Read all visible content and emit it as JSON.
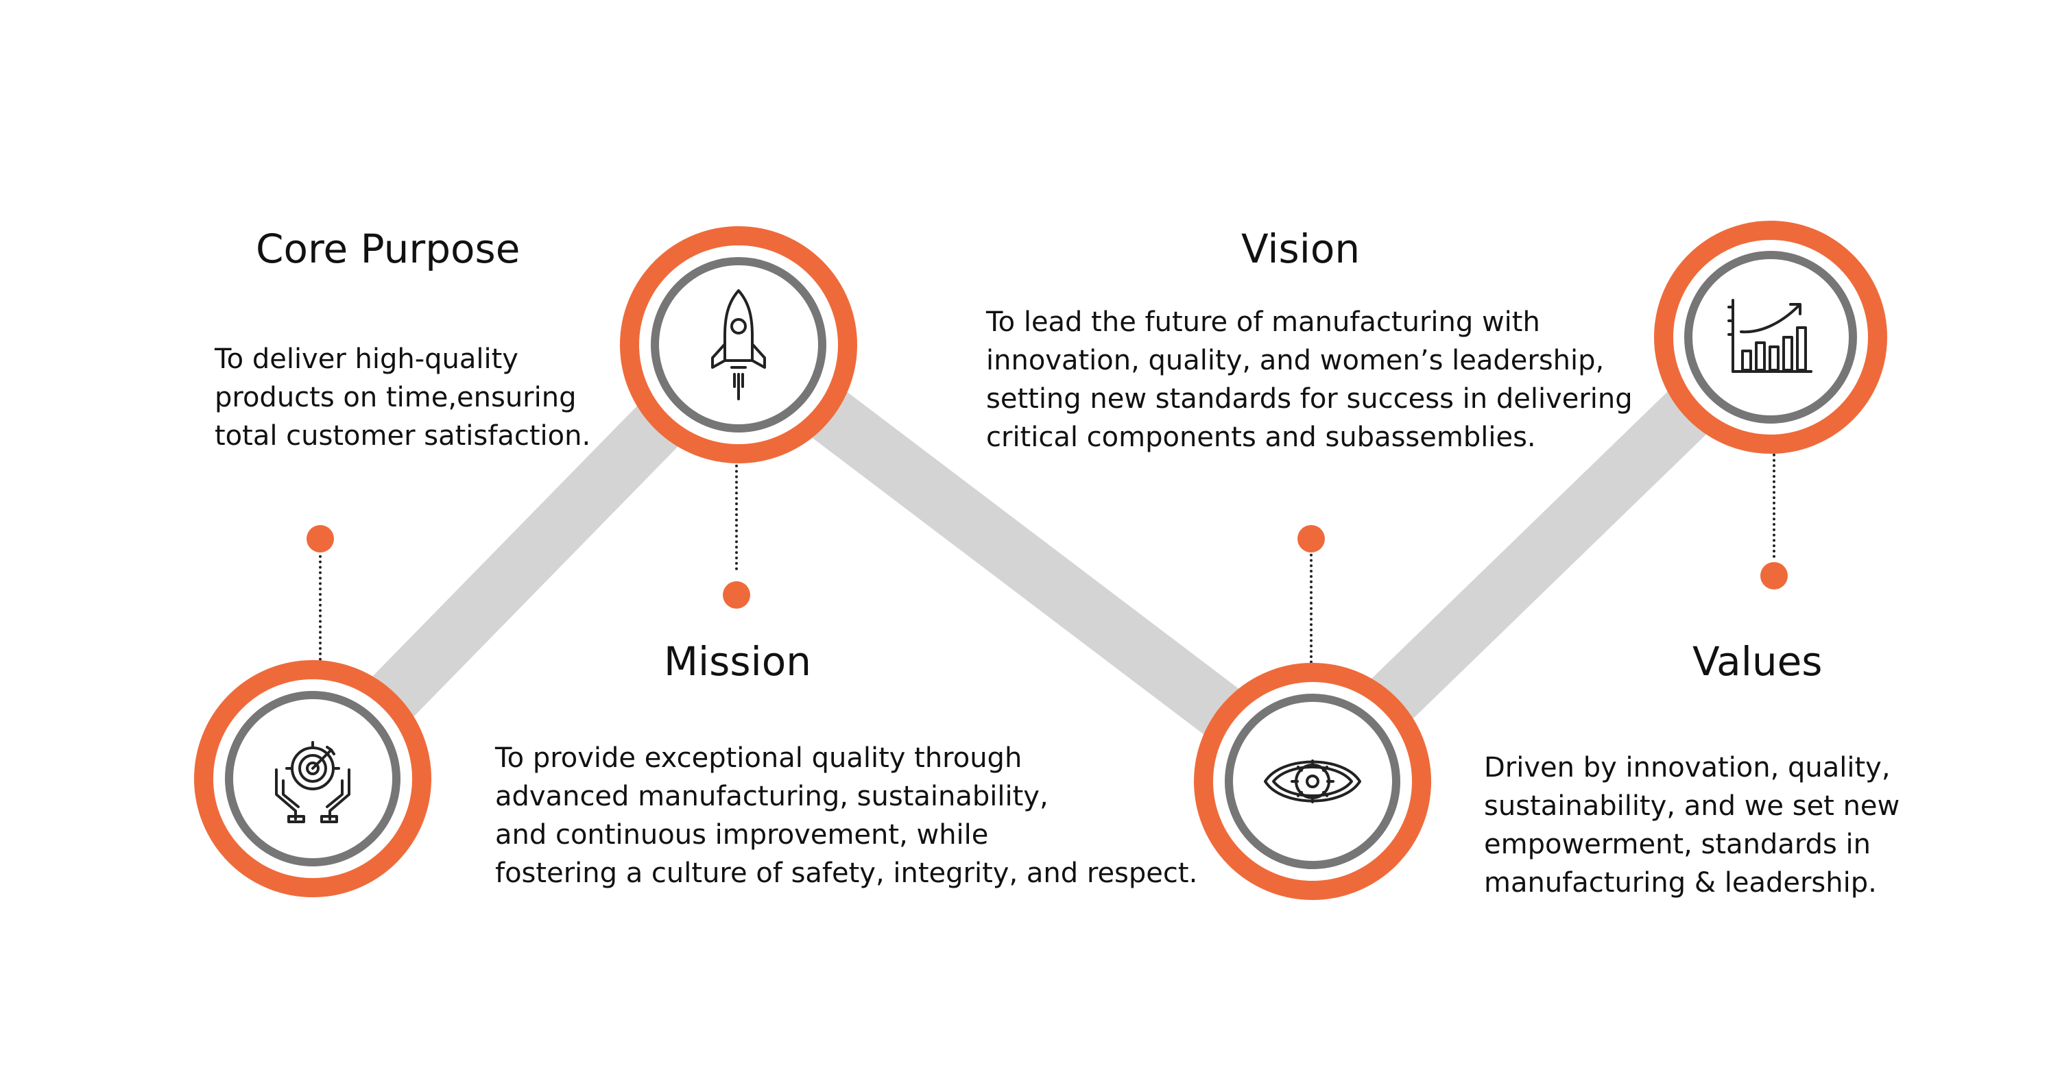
{
  "colors": {
    "accent": "#EF6A3A",
    "ring_gray": "#767676",
    "path_gray": "#D4D4D4",
    "icon_stroke": "#222222",
    "text": "#111111"
  },
  "stages": [
    {
      "id": "core-purpose",
      "title": "Core Purpose",
      "text": "To deliver high-quality\nproducts on time,ensuring\ntotal customer satisfaction.",
      "icon": "target-hands-icon"
    },
    {
      "id": "mission",
      "title": "Mission",
      "text": " To provide exceptional quality through\nadvanced manufacturing, sustainability,\nand continuous improvement, while\nfostering a culture of safety, integrity, and respect.",
      "icon": "rocket-icon"
    },
    {
      "id": "vision",
      "title": "Vision",
      "text": "To lead the future of manufacturing with\ninnovation, quality, and women’s leadership,\nsetting new standards for success in delivering\ncritical components and subassemblies.",
      "icon": "eye-gear-icon"
    },
    {
      "id": "values",
      "title": "Values",
      "text": "Driven by innovation, quality,\nsustainability, and we set new\nempowerment, standards in\nmanufacturing & leadership.",
      "icon": "growth-chart-icon"
    }
  ]
}
